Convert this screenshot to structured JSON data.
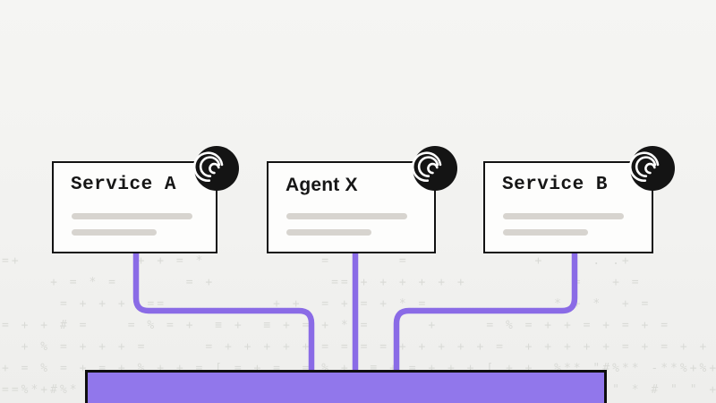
{
  "palette": {
    "background": "#f2f2f0",
    "pattern_symbols": "#d9dad6",
    "connector_purple": "#8a6be6",
    "bus_bar_purple": "#9177eb",
    "outline_black": "#121212",
    "badge_black": "#141414",
    "placeholder_gray": "#d7d4cf",
    "card_white": "#fdfdfc"
  },
  "icons": {
    "card_badge": "fingerprint-logo-icon"
  },
  "cards": [
    {
      "title": "Service A"
    },
    {
      "title": "Agent X"
    },
    {
      "title": "Service B"
    }
  ],
  "diagram": {
    "nodes": [
      "Service A",
      "Agent X",
      "Service B"
    ],
    "connections": [
      "Service A -> bus bar",
      "Agent X -> bus bar",
      "Service B -> bus bar"
    ]
  },
  "pattern": {
    "stray_plus": "+",
    "text": "=+            + + = *            =       =             +     . .+\n     + = * =       = +            == + + + + + +           =   + =\n      = + + +  ==           + +  = + = + * =             * + *  + =\n= + + # =    = % = +  ≡ +  ≡ + = + * =      +     = % = + + = + = + =\n  + % = + + + =      = + + + + + = = = = + + + + + =  + + + + + = + = + +\n+ = % = + = + % + + = [ = + =  = % +  ≡ + = + + + [ + +  %** \"#%** -**%+%+ %%%\n==%*+#%*                                                       \" * # \" \" + # \" + *"
  }
}
